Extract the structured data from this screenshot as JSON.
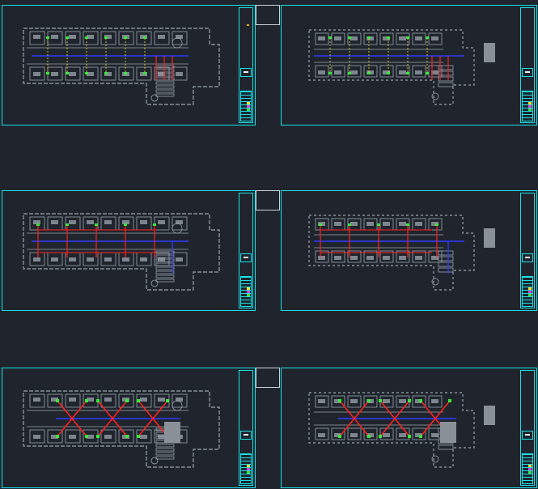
{
  "sheets": [
    {
      "id": "sheet-1",
      "wing": "long",
      "level": "top",
      "pipe": "blue-tree"
    },
    {
      "id": "sheet-2",
      "wing": "short",
      "level": "top",
      "pipe": "blue-tree"
    },
    {
      "id": "sheet-3",
      "wing": "long",
      "level": "middle",
      "pipe": "blue-red-loop"
    },
    {
      "id": "sheet-4",
      "wing": "short",
      "level": "middle",
      "pipe": "blue-red-loop"
    },
    {
      "id": "sheet-5",
      "wing": "long",
      "level": "bottom",
      "pipe": "red-fan"
    },
    {
      "id": "sheet-6",
      "wing": "short",
      "level": "bottom",
      "pipe": "red-fan"
    }
  ],
  "colors": {
    "background": "#20252d",
    "frame": "#18e0e8",
    "walls": "#9aa3ad",
    "supply_pipe": "#2a3cff",
    "return_pipe": "#ff2020",
    "device": "#38e838",
    "marker": "#f5e12a"
  }
}
